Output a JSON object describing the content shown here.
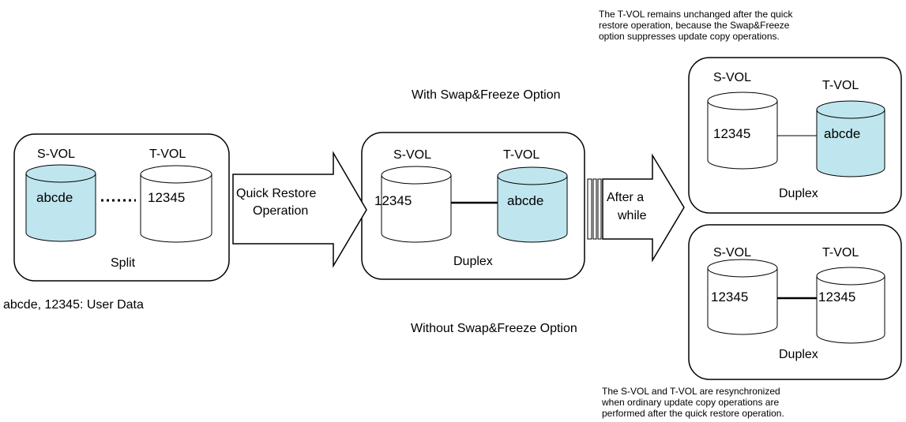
{
  "note_top": {
    "line1": "The T-VOL remains unchanged after the quick",
    "line2": "restore operation, because the Swap&Freeze",
    "line3": "option suppresses update copy operations."
  },
  "note_bottom": {
    "line1": "The S-VOL and T-VOL are resynchronized",
    "line2": "when ordinary update copy operations are",
    "line3": "performed after the quick restore operation."
  },
  "with_option_label": "With Swap&Freeze Option",
  "without_option_label": "Without Swap&Freeze Option",
  "legend_text": "abcde, 12345: User Data",
  "arrow_quick_restore": {
    "line1": "Quick Restore",
    "line2": "Operation"
  },
  "arrow_after_while": {
    "line1": "After a",
    "line2": "while"
  },
  "split_box": {
    "svol": "S-VOL",
    "tvol": "T-VOL",
    "svol_data": "abcde",
    "tvol_data": "12345",
    "status": "Split"
  },
  "middle_box": {
    "svol": "S-VOL",
    "tvol": "T-VOL",
    "svol_data": "12345",
    "tvol_data": "abcde",
    "status": "Duplex"
  },
  "top_right_box": {
    "svol": "S-VOL",
    "tvol": "T-VOL",
    "svol_data": "12345",
    "tvol_data": "abcde",
    "status": "Duplex"
  },
  "bottom_right_box": {
    "svol": "S-VOL",
    "tvol": "T-VOL",
    "svol_data": "12345",
    "tvol_data": "12345",
    "status": "Duplex"
  },
  "colors": {
    "highlight_fill": "#bfe6ee",
    "plain_fill": "#ffffff",
    "stroke": "#000000"
  }
}
